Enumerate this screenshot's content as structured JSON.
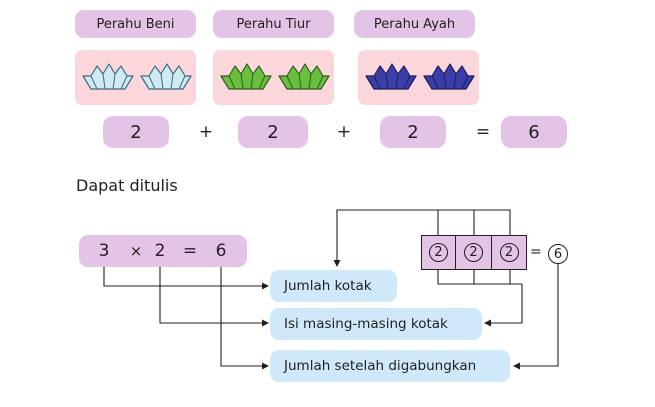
{
  "boats": [
    {
      "label": "Perahu Beni",
      "fill": "#cfeaf0",
      "stroke": "#3b6a80",
      "count": 2
    },
    {
      "label": "Perahu Tiur",
      "fill": "#6abf3f",
      "stroke": "#2e5d1d",
      "count": 2
    },
    {
      "label": "Perahu Ayah",
      "fill": "#3b3ea8",
      "stroke": "#1b1e5a",
      "count": 2
    }
  ],
  "addition": {
    "terms": [
      "2",
      "2",
      "2"
    ],
    "plus": "+",
    "equals": "=",
    "result": "6"
  },
  "heading": "Dapat ditulis",
  "multiplication": {
    "a": "3",
    "times": "×",
    "b": "2",
    "equals": "=",
    "result": "6"
  },
  "boxes": {
    "cells": [
      "2",
      "2",
      "2"
    ],
    "equals": "=",
    "result": "6"
  },
  "explanations": {
    "count_boxes": "Jumlah kotak",
    "each_box": "Isi masing-masing kotak",
    "total": "Jumlah setelah digabungkan"
  },
  "colors": {
    "purple_pill": "#e3c3e6",
    "pink_card": "#fbd7dc",
    "blue_pill": "#cfe9fb"
  }
}
